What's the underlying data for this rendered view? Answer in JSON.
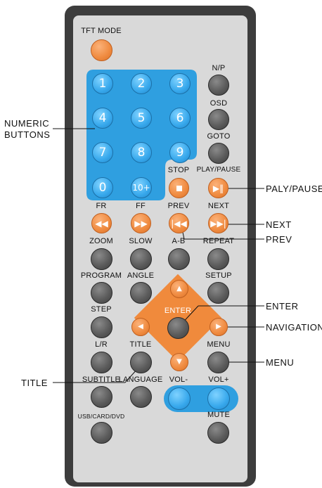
{
  "labels": {
    "tft_mode": "TFT MODE",
    "np": "N/P",
    "osd": "OSD",
    "goto": "GOTO",
    "stop": "STOP",
    "play_pause": "PLAY/PAUSE",
    "fr": "FR",
    "ff": "FF",
    "prev": "PREV",
    "next": "NEXT",
    "zoom": "ZOOM",
    "slow": "SLOW",
    "ab": "A-B",
    "repeat": "REPEAT",
    "program": "PROGRAM",
    "angle": "ANGLE",
    "setup": "SETUP",
    "step": "STEP",
    "enter": "ENTER",
    "lr": "L/R",
    "title": "TITLE",
    "menu": "MENU",
    "subtitle": "SUBTITLE",
    "language": "LANGUAGE",
    "vol_minus": "VOL-",
    "vol_plus": "VOL+",
    "usb_card_dvd": "USB/CARD/DVD",
    "mute": "MUTE"
  },
  "numbers": {
    "n1": "1",
    "n2": "2",
    "n3": "3",
    "n4": "4",
    "n5": "5",
    "n6": "6",
    "n7": "7",
    "n8": "8",
    "n9": "9",
    "n0": "0",
    "n10": "10+"
  },
  "callouts": {
    "numeric_line1": "NUMERIC",
    "numeric_line2": "BUTTONS",
    "play_pause": "PALY/PAUSE",
    "next": "NEXT",
    "prev": "PREV",
    "enter": "ENTER",
    "navigation": "NAVIGATION",
    "menu": "MENU",
    "title": "TITLE"
  },
  "colors": {
    "shell": "#3d3d3d",
    "face": "#d9d9d9",
    "numeric_panel": "#2f9fe0",
    "accent_orange": "#f08a3c",
    "gray_button": "#555555"
  },
  "icons": {
    "stop": "stop-icon",
    "play_pause": "play-pause-icon",
    "fr": "rewind-icon",
    "ff": "fast-forward-icon",
    "prev": "skip-previous-icon",
    "next": "skip-next-icon",
    "up": "arrow-up-icon",
    "down": "arrow-down-icon",
    "left": "arrow-left-icon",
    "right": "arrow-right-icon"
  }
}
